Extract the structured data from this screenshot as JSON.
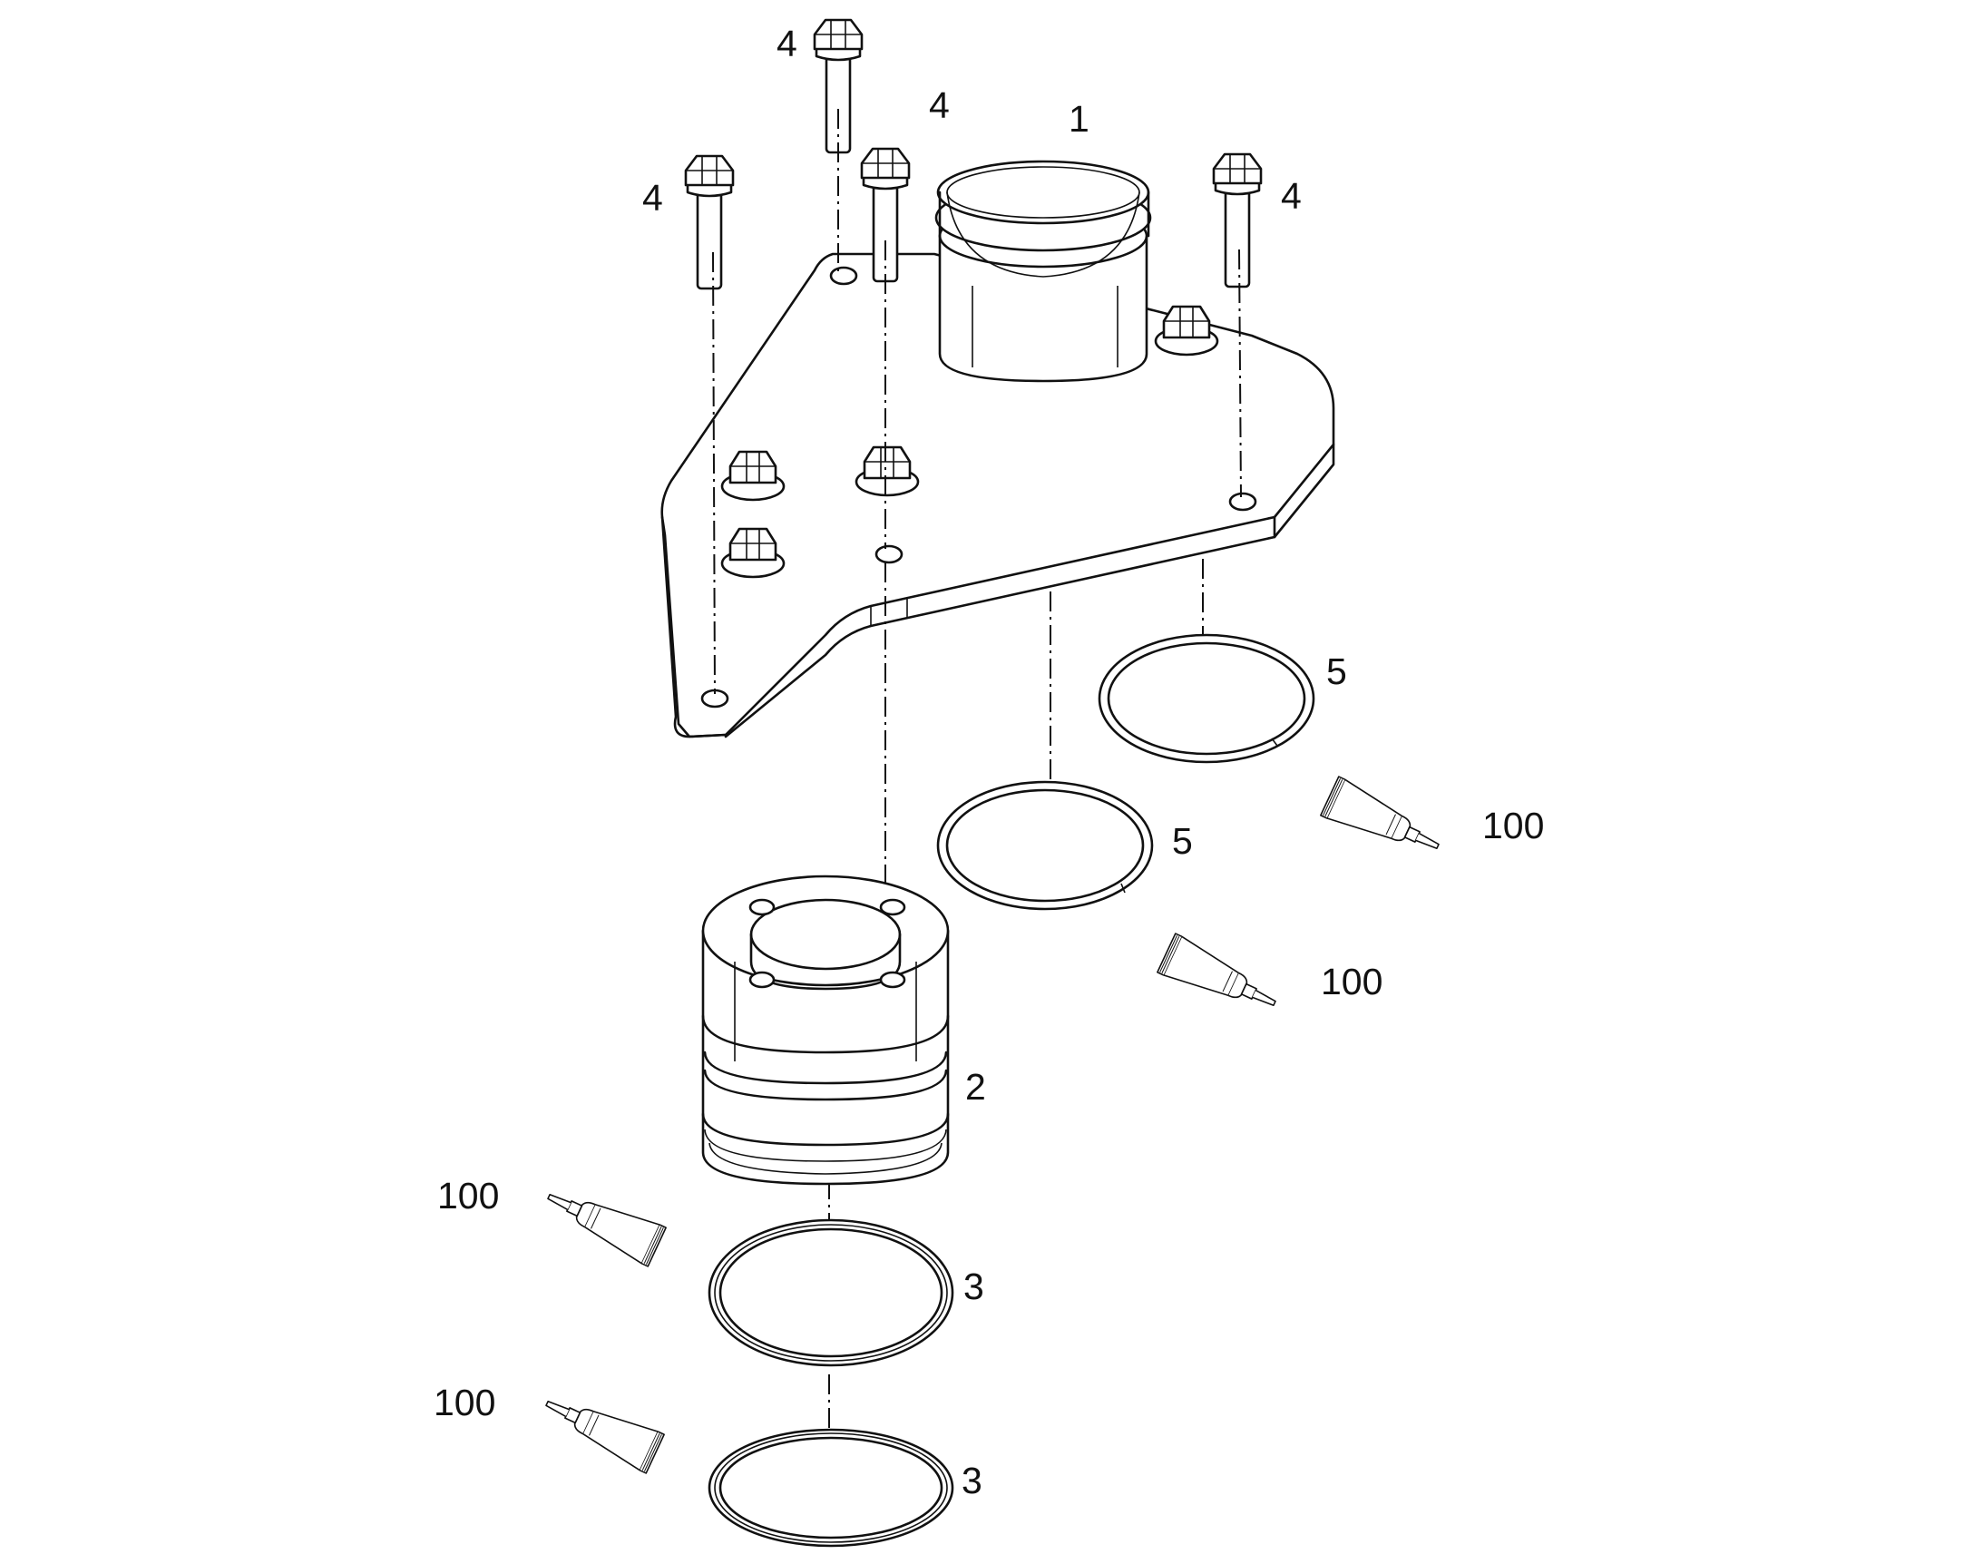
{
  "labels": {
    "plate": "1",
    "cylinder": "2",
    "ring_upper": "3",
    "ring_lower": "3",
    "bolt_a": "4",
    "bolt_b": "4",
    "bolt_c": "4",
    "bolt_d": "4",
    "oring_right": "5",
    "oring_mid": "5",
    "grease_right": "100",
    "grease_mid": "100",
    "grease_left_upper": "100",
    "grease_left_lower": "100"
  }
}
